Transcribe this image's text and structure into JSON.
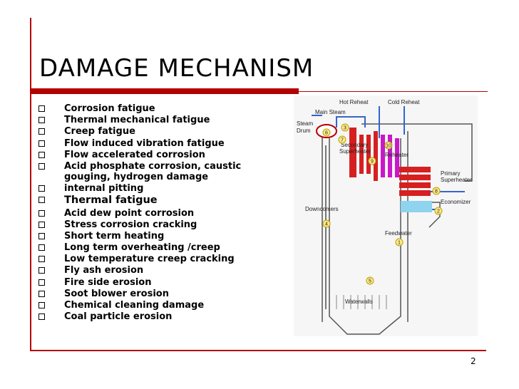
{
  "slide": {
    "title": "DAMAGE MECHANISM",
    "page_number": "2",
    "accent_color": "#b30000",
    "bullets": [
      "Corrosion fatigue",
      "Thermal mechanical fatigue",
      "Creep fatigue",
      "Flow induced vibration fatigue",
      "Flow accelerated corrosion",
      "Acid phosphate corrosion, caustic gouging, hydrogen damage",
      " internal pitting",
      "Thermal fatigue",
      "Acid dew point corrosion",
      "Stress corrosion cracking",
      "Short term heating",
      "Long term overheating /creep",
      "Low temperature creep cracking",
      "Fly ash erosion",
      "Fire side erosion",
      "Soot blower erosion",
      "Chemical cleaning damage",
      "Coal particle erosion"
    ]
  },
  "diagram": {
    "labels": {
      "hot_reheat": "Hot Reheat",
      "cold_reheat": "Cold Reheat",
      "main_steam": "Main Steam",
      "steam_drum_1": "Steam",
      "steam_drum_2": "Drum",
      "secondary_1": "Secondary",
      "secondary_2": "Superheater",
      "reheater": "Reheater",
      "primary_1": "Primary",
      "primary_2": "Superheater",
      "economizer": "Economizer",
      "downcomers": "Downcomers",
      "feedwater": "Feedwater",
      "waterwalls": "Waterwalls"
    },
    "markers": [
      "1",
      "2",
      "3",
      "4",
      "5",
      "6",
      "7",
      "8",
      "9",
      "10"
    ]
  }
}
